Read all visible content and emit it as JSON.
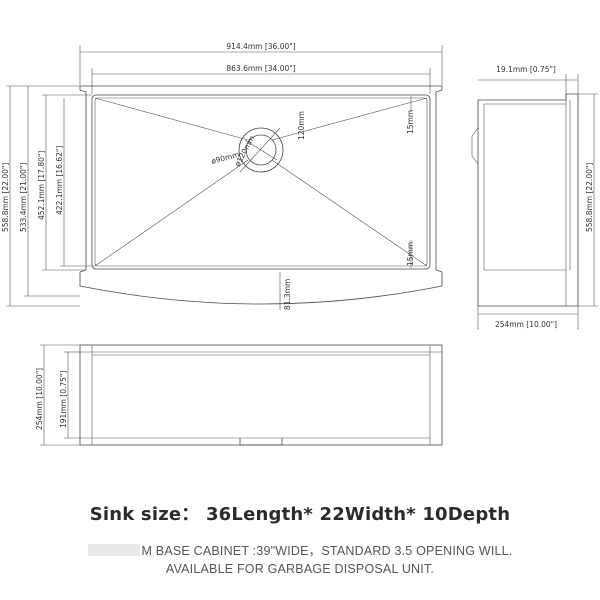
{
  "top_view": {
    "overall_width": "914.4mm [36.00\"]",
    "inner_width": "863.6mm [34.00\"]",
    "overall_depth": "558.8mm [22.00\"]",
    "depth_2": "533.4mm [21.00\"]",
    "depth_3": "452.1mm [17.80\"]",
    "depth_4": "422.1mm [16.62\"]",
    "drain_outer": "ø120mm",
    "drain_inner": "ø90mm",
    "drain_offset": "120mm",
    "corner_radius_top": "15mm",
    "corner_radius_bottom": "15mm",
    "apron": "81.3mm"
  },
  "side_view": {
    "lip": "19.1mm [0.75\"]",
    "depth": "558.8mm [22.00\"]",
    "height": "254mm [10.00\"]"
  },
  "front_view": {
    "height": "254mm [10.00\"]",
    "inner_height": "191mm [0.75\"]"
  },
  "caption": {
    "size_line": "Sink size： 36Length* 22Width* 10Depth",
    "note_line1": "M BASE CABINET :39\"WIDE，STANDARD 3.5 OPENING WILL.",
    "note_line2": "AVAILABLE FOR GARBAGE DISPOSAL UNIT."
  }
}
